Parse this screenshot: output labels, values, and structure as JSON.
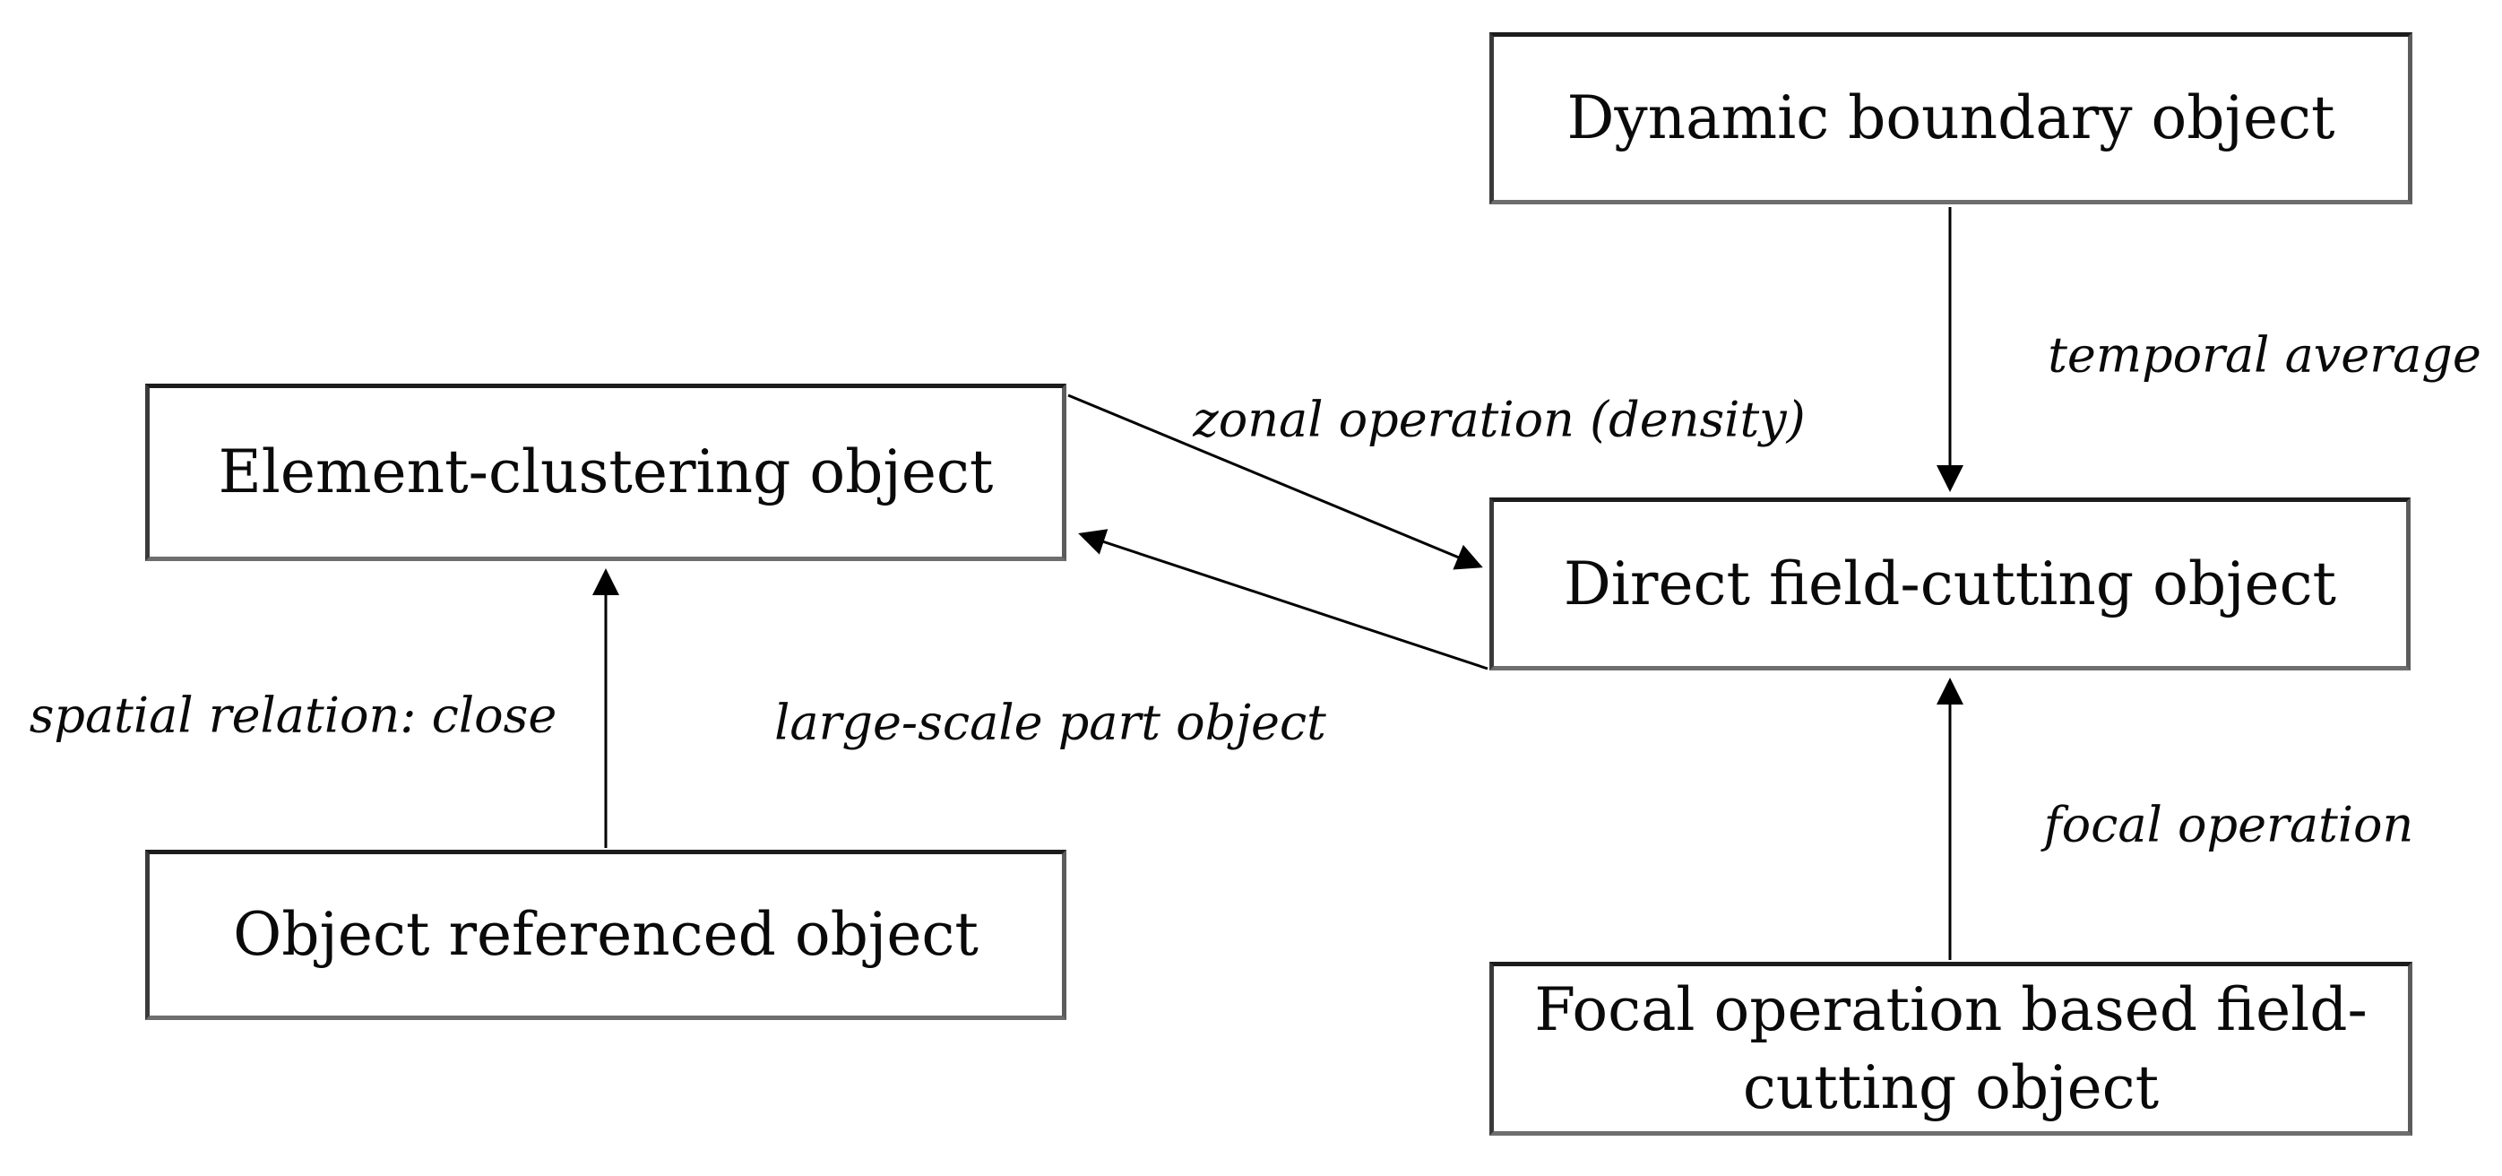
{
  "diagram": {
    "background_color": "#ffffff",
    "text_color": "#0a0a0a",
    "line_color": "#000000",
    "box_border_color": "#1c1c1c",
    "nodes": {
      "dynamic_boundary": {
        "label": "Dynamic boundary object"
      },
      "element_clustering": {
        "label": "Element-clustering object"
      },
      "direct_field_cutting": {
        "label": "Direct field-cutting object"
      },
      "object_referenced": {
        "label": "Object referenced object"
      },
      "focal_operation_field_cutting": {
        "label": "Focal operation based field-cutting object"
      }
    },
    "edges": {
      "temporal_average": {
        "label": "temporal average",
        "from": "dynamic_boundary",
        "to": "direct_field_cutting"
      },
      "zonal_operation": {
        "label": "zonal operation (density)",
        "from": "element_clustering",
        "to": "direct_field_cutting"
      },
      "large_scale_part": {
        "label": "large-scale part object",
        "from": "direct_field_cutting",
        "to": "element_clustering"
      },
      "spatial_relation": {
        "label": "spatial relation: close",
        "from": "object_referenced",
        "to": "element_clustering"
      },
      "focal_operation": {
        "label": "focal operation",
        "from": "focal_operation_field_cutting",
        "to": "direct_field_cutting"
      }
    }
  }
}
